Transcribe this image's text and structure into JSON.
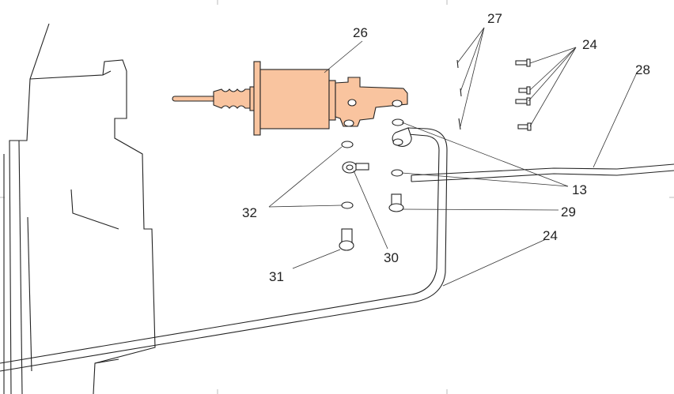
{
  "diagram": {
    "colors": {
      "highlight": "#f9c49f",
      "line": "#222222"
    },
    "labels": {
      "l26": "26",
      "l27": "27",
      "l24a": "24",
      "l28": "28",
      "l13": "13",
      "l29": "29",
      "l32": "32",
      "l30": "30",
      "l24b": "24",
      "l31": "31"
    }
  }
}
